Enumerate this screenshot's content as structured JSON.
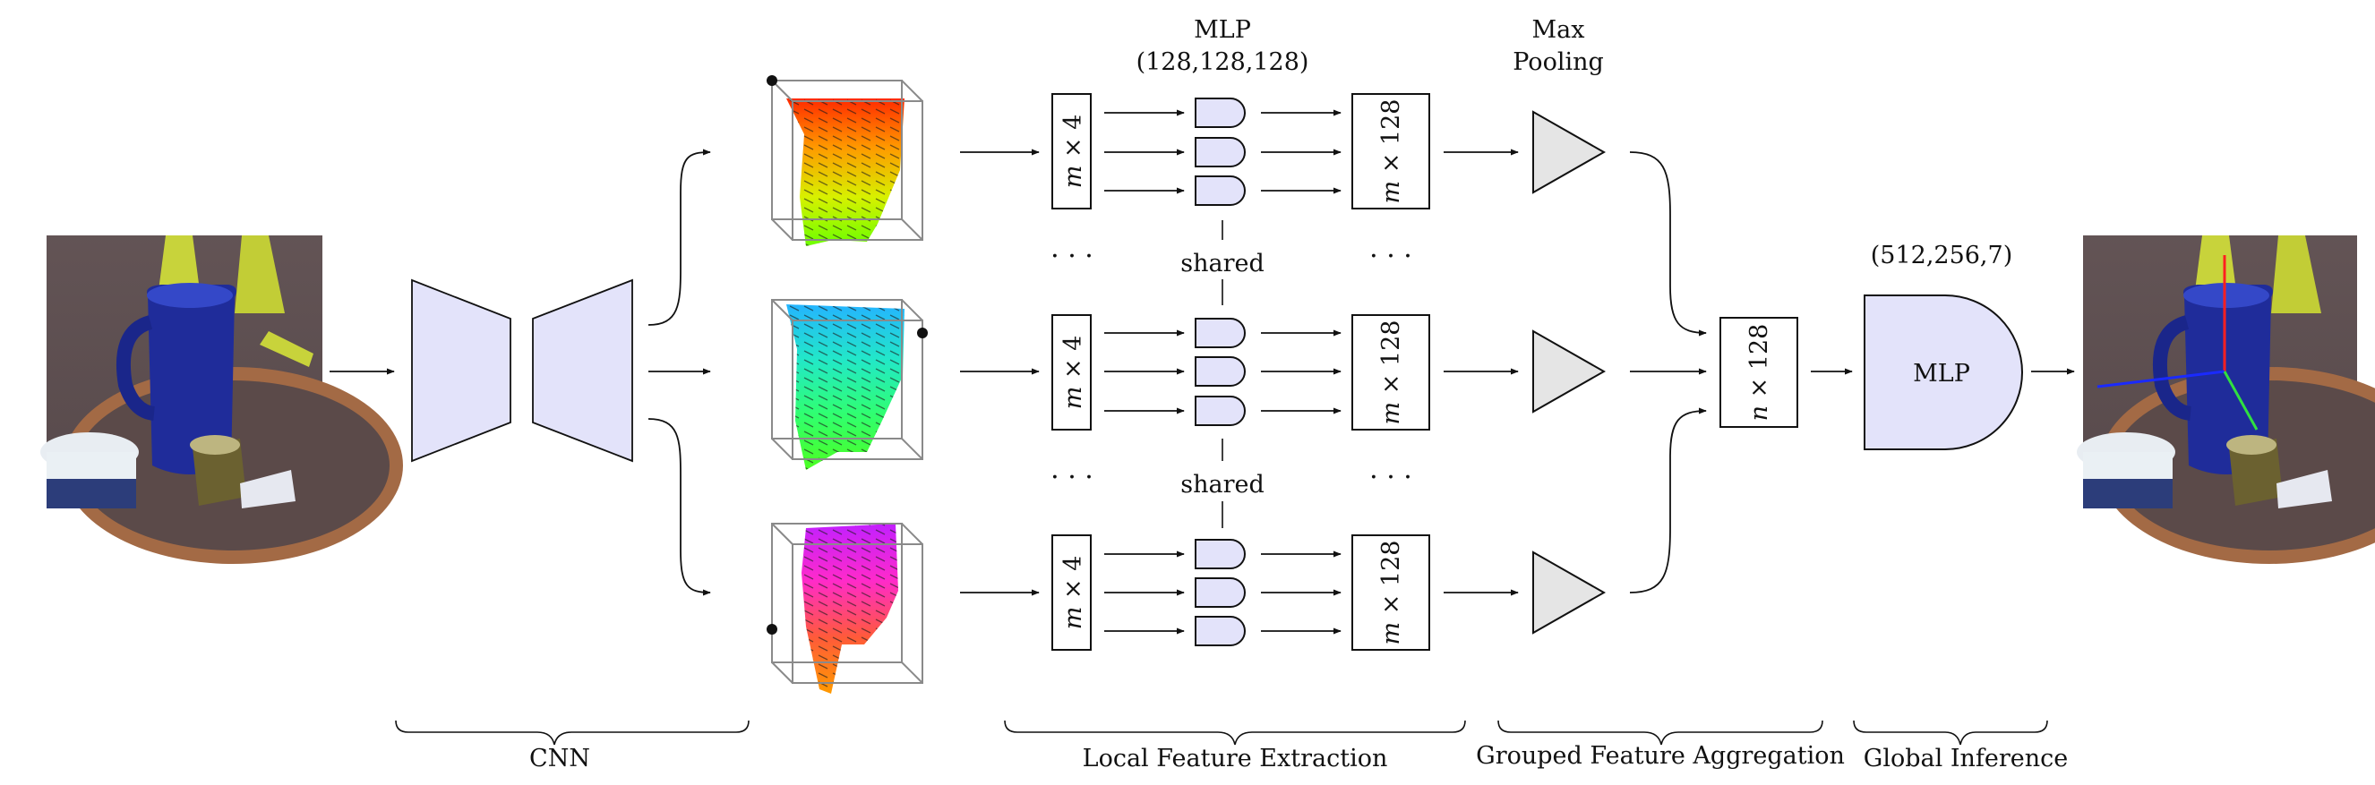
{
  "header": {
    "mlp_title": "MLP",
    "mlp_dims": "(128,128,128)",
    "pool_title_1": "Max",
    "pool_title_2": "Pooling",
    "global_dims": "(512,256,7)"
  },
  "blocks": {
    "input_dim_var": "m",
    "input_dim_op": " × ",
    "input_dim_val": "4",
    "feature_dim_val": "128",
    "agg_dim_var": "n",
    "agg_dim_val": "128",
    "shared_label": "shared",
    "dots": "· · ·",
    "global_mlp_label": "MLP"
  },
  "sections": {
    "cnn": "CNN",
    "local": "Local Feature Extraction",
    "grouped": "Grouped Feature Aggregation",
    "global": "Global Inference"
  },
  "colors": {
    "block_fill": "#e3e3fa",
    "pool_fill": "#e5e5e5",
    "stroke": "#111111",
    "cloud_top": [
      "#ff2a00",
      "#ff9a00",
      "#d8f000",
      "#6cff00"
    ],
    "cloud_mid": [
      "#24b4ff",
      "#22e8c8",
      "#30ff70",
      "#4cff20"
    ],
    "cloud_bot": [
      "#c220ff",
      "#ff2acb",
      "#ff5a3a",
      "#ff9a00"
    ]
  },
  "icons": {
    "input_photo": "scene-photo-icon",
    "output_photo": "scene-photo-with-pose-axes-icon",
    "point_cloud": "point-cloud-bounding-box-icon"
  }
}
